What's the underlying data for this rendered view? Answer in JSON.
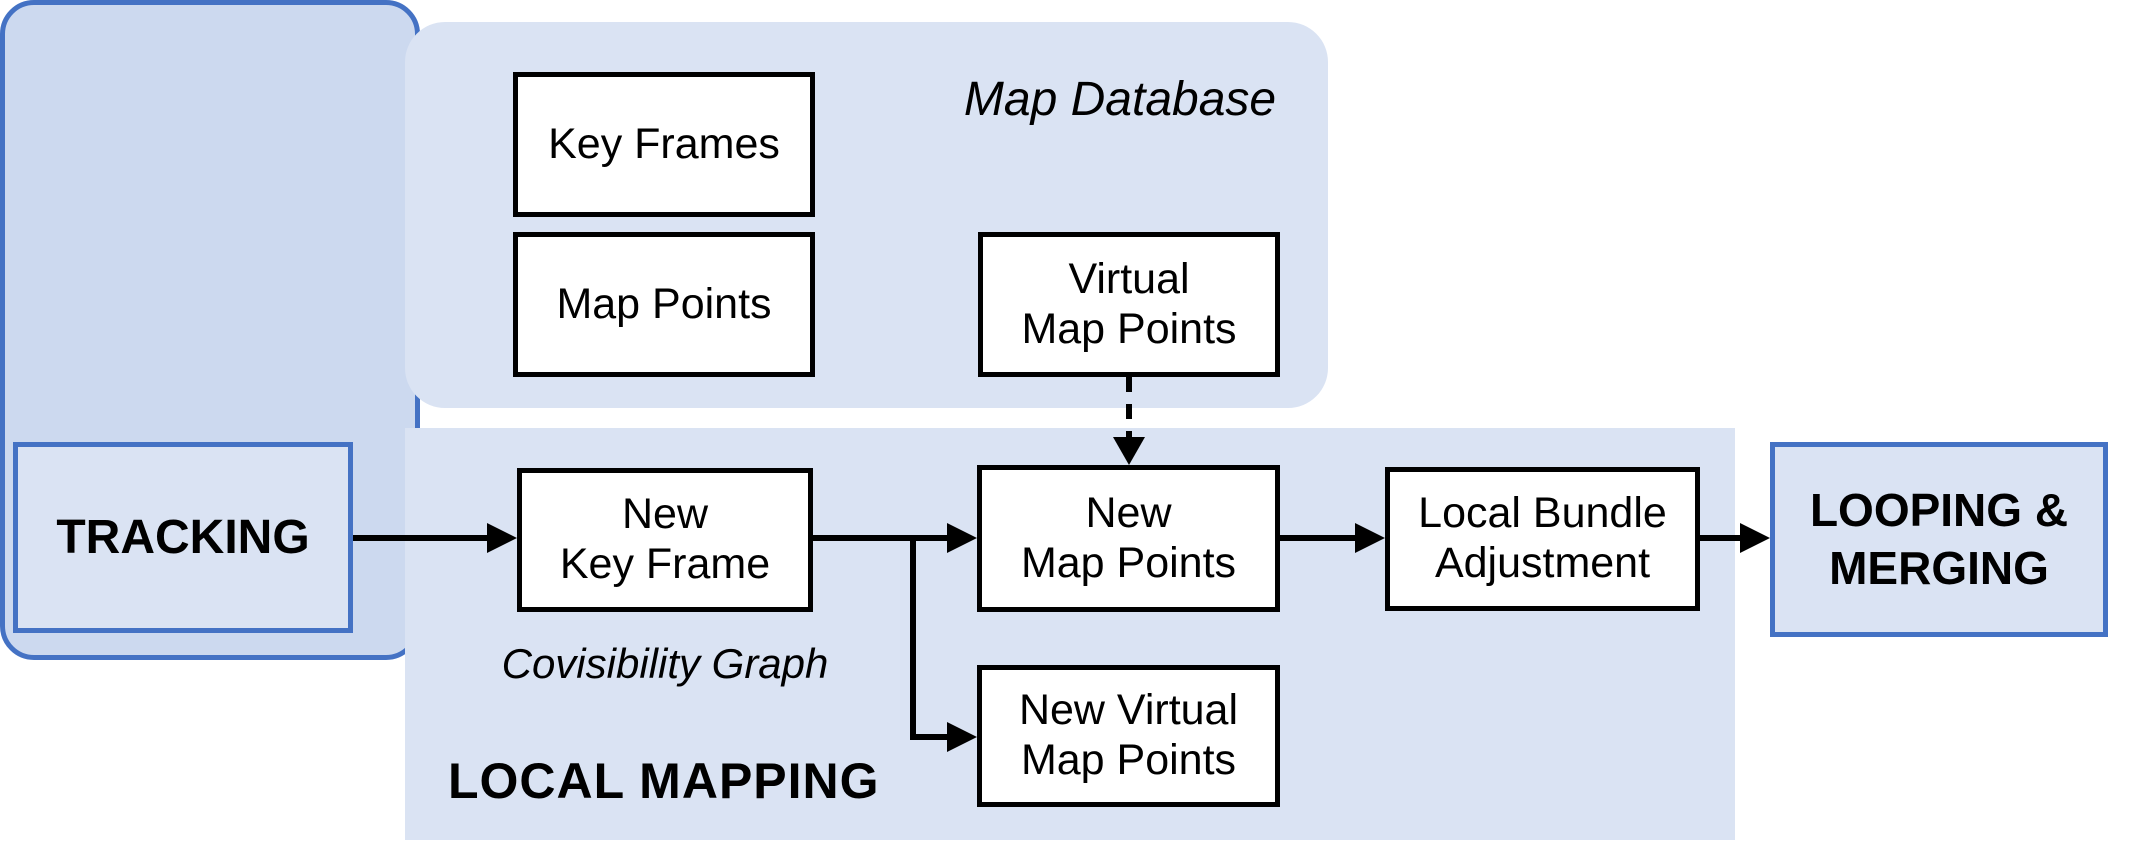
{
  "colors": {
    "accent": "#4472c4",
    "region_fill": "#dae3f3",
    "covisibility_fill": "rgba(68,114,196,0.27)",
    "box_fill": "#ffffff",
    "box_border": "#000000",
    "arrow": "#000000"
  },
  "regions": {
    "map_database": {
      "label": "Map Database"
    },
    "covisibility_graph": {
      "label": "Covisibility Graph"
    },
    "local_mapping": {
      "label": "LOCAL MAPPING"
    }
  },
  "nodes": {
    "tracking": {
      "label": "TRACKING"
    },
    "key_frames": {
      "label": "Key Frames"
    },
    "map_points": {
      "label": "Map Points"
    },
    "virtual_map_points": {
      "lines": [
        "Virtual",
        "Map Points"
      ]
    },
    "new_key_frame": {
      "lines": [
        "New",
        "Key Frame"
      ]
    },
    "new_map_points": {
      "lines": [
        "New",
        "Map Points"
      ]
    },
    "local_bundle_adjustment": {
      "lines": [
        "Local Bundle",
        "Adjustment"
      ]
    },
    "new_virtual_map_points": {
      "lines": [
        "New Virtual",
        "Map Points"
      ]
    },
    "looping_merging": {
      "lines": [
        "LOOPING &",
        "MERGING"
      ]
    }
  }
}
